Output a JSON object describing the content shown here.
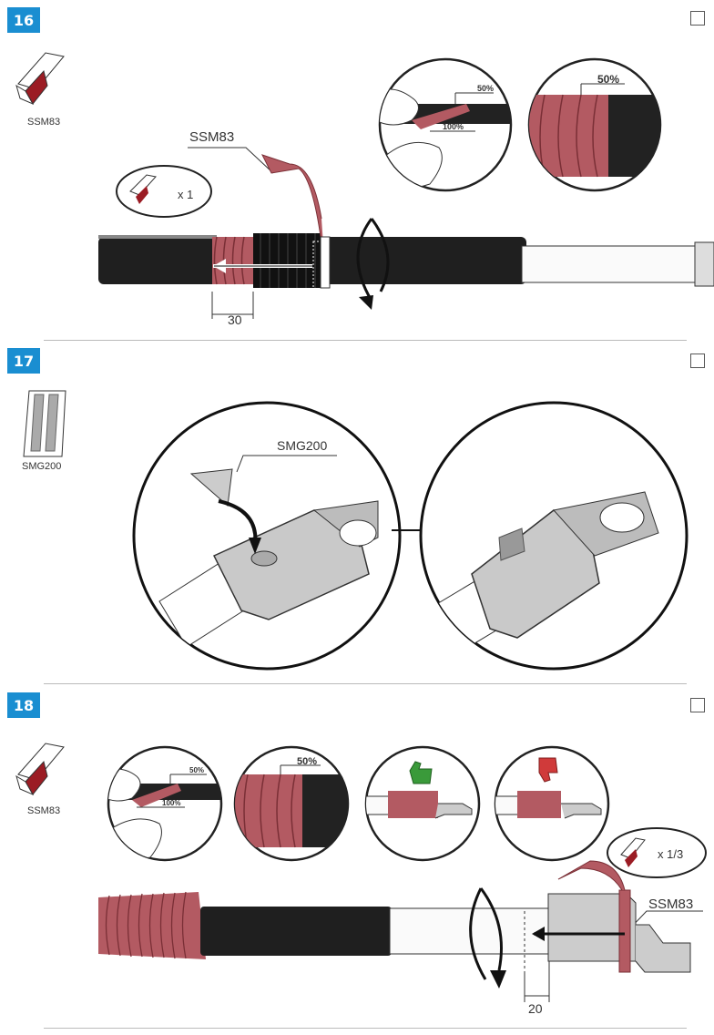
{
  "steps": [
    {
      "number": "16",
      "material": "SSM83",
      "quantity": "x 1",
      "callout": "SSM83",
      "overlap_top": "50%",
      "overlap_bottom": "100%",
      "overlap_detail": "50%",
      "dimension": "30"
    },
    {
      "number": "17",
      "material": "SMG200",
      "callout": "SMG200"
    },
    {
      "number": "18",
      "material": "SSM83",
      "quantity": "x 1/3",
      "callout": "SSM83",
      "overlap_top": "50%",
      "overlap_bottom": "100%",
      "overlap_detail": "50%",
      "dimension": "20"
    }
  ],
  "colors": {
    "badge": "#1a8ed1",
    "tape": "#b35a62",
    "cable_black": "#222222",
    "thumb_up": "#3a9a3a",
    "thumb_down": "#d03a3a"
  }
}
